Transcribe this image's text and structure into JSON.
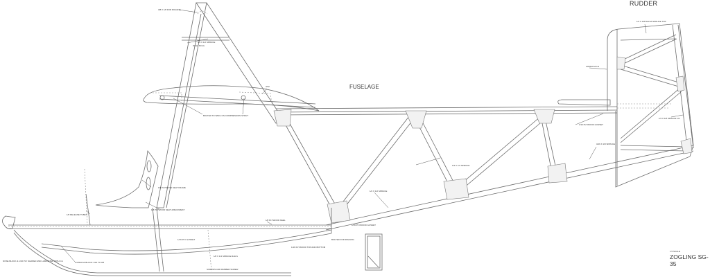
{
  "titles": {
    "rudder": "RUDDER",
    "fuselage": "FUSELAGE",
    "scale_note": "1:5 SCALE",
    "aircraft": "ZOGLING SG-35"
  },
  "labels": {
    "pylon_top": "3/8 X 1/8 FOR RIGGING",
    "pylon_spruce": "3/4 X 1/2 SPRUCE",
    "pylon_wall": "WALL PLUG",
    "wing_bolts": "BOLTED TO WING ON COMPRESSION STRUT",
    "wing_dim": "3/32",
    "seat_frame": "1/8 PLYWOOD SEAT FRAME",
    "seat_back": "1/8 PLYWOOD SEAT & BACKREST",
    "tow_hook": "1/8 RELEASE TUBES",
    "nose": "NOSE BLOCK & 1/16 PLY SHAPED AND LAMINATED WITH CA",
    "skid_block": "1/4 BALSA BLOCK 1/16 TO 3/8",
    "keel": "1/8 PLYWOOD KEEL",
    "keel_strap": "1/16 PLYWOOD TOP AND BOTTOM",
    "keel_gusset": "1/16 PLY GUSSET",
    "skid_rails": "1/8 X 1/4 SPRUCE RAILS",
    "skid_bolt": "SCREWS AND RUBBER SCREW",
    "rigging_bolts": "BOLTED FOR RIGGING",
    "brace_1": "1/2 X 1/2 SPRUCE",
    "brace_2": "1/2 X 1/2 SPRUCE",
    "gusset_lower": "1/16 PLYWOOD GUSSET",
    "rudder_leading": "1/4 X 1/8 BALSA SPRUCE TOP",
    "rudder_post": "1/8 BALSA LE",
    "rudder_brace": "1/4 X 1/8 SPRUCE 1/2",
    "tail_gusset": "1/16 PLYWOOD GUSSET",
    "tail_spruce": "3/16 X 1/8 SPRUCE"
  }
}
